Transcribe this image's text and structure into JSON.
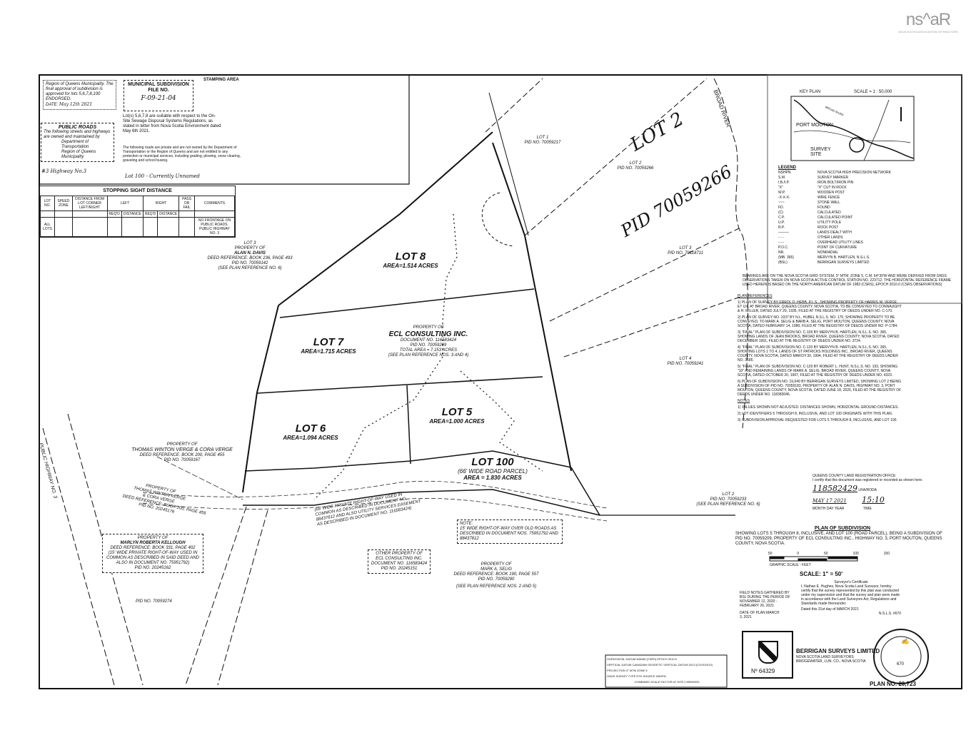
{
  "logo": {
    "brand": "ns^aR",
    "subtitle": "NOVA SCOTIA ASSOCIATION OF REALTORS"
  },
  "stamping": {
    "title": "STAMPING AREA",
    "region_approval": "Region of Queens Municipality. The final approval of subdivision is approved for lots 5,6,7,8,100",
    "endorsed_label": "ENDORSED:",
    "date_label": "DATE:",
    "date_value": "May 12th 2021",
    "municipal_title": "MUNICIPAL SUBDIVISION FILE NO.",
    "file_no": "F-09-21-04",
    "onsite_text": "Lot(s) 5,6,7,8 are suitable with respect to the On-Site Sewage Disposal Systems Regulations, as stated in letter from Nova Scotia Environment dated May 6th 2021.",
    "public_roads_title": "PUBLIC ROADS",
    "public_roads_text": "The following streets and highways are owned and maintained by",
    "dept_transportation": "Department of Transportation",
    "region_queens": "Region of Queens Municipality",
    "highway_note": "#3 Highway No.3",
    "private_roads_text": "The following roads are private and are not owned by the Department of Transportation or the Region of Queens and are not entitled to any protection or municipal services, including grading, plowing, snow clearing, graveling and school busing.",
    "lot100_note": "Lot 100 - Currently Unnamed"
  },
  "sight_table": {
    "title": "STOPPING SIGHT DISTANCE",
    "headers": [
      "LOT NO.",
      "SPEED ZONE",
      "DISTANCE FROM LOT CORNER LEFT/RIGHT",
      "LEFT",
      "RIGHT",
      "PASS OR FAIL",
      "COMMENTS"
    ],
    "subheaders": [
      "REQ'D",
      "DISTANCE",
      "REQ'D",
      "DISTANCE"
    ],
    "row": [
      "ALL LOTS",
      "",
      "",
      "",
      "",
      "",
      "",
      "",
      "NO FRONTAGE ON PUBLIC ROADS. PUBLIC HIGHWAY NO. 3"
    ]
  },
  "lots": [
    {
      "name": "LOT 8",
      "area": "AREA=1.514 ACRES"
    },
    {
      "name": "LOT 7",
      "area": "AREA=1.715 ACRES"
    },
    {
      "name": "LOT 6",
      "area": "AREA=1.094 ACRES"
    },
    {
      "name": "LOT 5",
      "area": "AREA=1.000 ACRES"
    },
    {
      "name": "LOT 100",
      "sub": "(66' WIDE ROAD PARCEL)",
      "area": "AREA = 1.830 ACRES"
    }
  ],
  "owner": {
    "prop": "PROPERTY OF",
    "name": "ECL CONSULTING INC.",
    "doc": "DOCUMENT NO. 116583424",
    "pid": "PID NO. 70059209",
    "total": "TOTAL AREA = 7.153 ACRES",
    "ref": "(SEE PLAN REFERENCE NOS. 3 AND 4)"
  },
  "neighbors": {
    "lot3_davis": [
      "LOT 3",
      "PROPERTY OF",
      "ALAN N. DAVIS",
      "DEED REFERENCE: BOOK 236, PAGE 493",
      "PID NO. 70059142",
      "(SEE PLAN REFERENCE NO. 6)"
    ],
    "verge1": [
      "PROPERTY OF",
      "THOMAS WINTON VERGE & CORA VERGE",
      "DEED REFERENCE: BOOK 200, PAGE 455",
      "PID NO. 70059167"
    ],
    "verge2": [
      "PROPERTY OF",
      "THOMAS WINTON VERGE",
      "& CORA VERGE",
      "DEED REFERENCE: BOOK 200, PAGE 455",
      "PID NO. 20245176"
    ],
    "kellough": [
      "PROPERTY OF",
      "MARLYN ROBERTA KELLOUGH",
      "DEED REFERENCE: BOOK 331, PAGE 402",
      "(15' WIDE PRIVATE RIGHT-OF-WAY USED IN",
      "COMMON AS DESCRIBED IN SAID DEED AND",
      "ALSO IN DOCUMENT NO. 75951792)",
      "PID NO. 20245162"
    ],
    "ecl_other": [
      "OTHER PROPERTY OF",
      "ECL CONSULTING INC.",
      "DOCUMENT NO. 116583424",
      "PID NO. 20245151"
    ],
    "selig": [
      "PROPERTY OF",
      "MARK A. SELIG",
      "DEED REFERENCE: BOOK 190, PAGE 557",
      "PID NO. 70059290",
      "(SEE PLAN REFERENCE NOS. 2 AND 5)"
    ],
    "pid_70059274": "PID NO. 70059274",
    "lot1": [
      "LOT 1",
      "PID NO. 70059217"
    ],
    "lot2": [
      "LOT 2",
      "PID NO. 70059266"
    ],
    "lot3": [
      "LOT 3",
      "PID NO. 70118711"
    ],
    "lot4": [
      "LOT 4",
      "PID NO. 70059241"
    ],
    "lot2b": [
      "LOT 2",
      "PID NO. 70059233",
      "(SEE PLAN REFERENCE NO. 6)"
    ],
    "row_note": [
      "(66' WIDE PRIVATE RIGHT-OF-WAY USED IN",
      "COMMON AS DESCRIBED IN DOCUMENT NO.",
      "88437812 AND ALSO UTILITY SERVICES EASEMENT",
      "AS DESCRIBED IN DOCUMENT NO. 116583424)"
    ],
    "note_15": [
      "NOTE:",
      "15' WIDE RIGHT-OF-WAY OVER OLD ROADS AS DESCRIBED IN DOCUMENT NOS. 75951792 AND 88437812"
    ],
    "public_highway": "PUBLIC HIGHWAY NO. 3",
    "broad_river": "BROAD RIVER",
    "hand_lot2": "LOT 2",
    "hand_pid": "PID 70059266"
  },
  "key_plan": {
    "title": "KEY PLAN",
    "scale": "SCALE = 1 : 50,000",
    "port_mouton": "PORT MOUTON",
    "broad_river": "BROAD RIVER",
    "survey_site": "SURVEY SITE"
  },
  "legend": {
    "title": "LEGEND",
    "items": [
      [
        "NSHPN",
        "NOVA SCOTIA HIGH PRECISION NETWORK"
      ],
      [
        "S.M.",
        "SURVEY MARKER"
      ],
      [
        "I.B./I.P.",
        "IRON BOLT/IRON PIN"
      ],
      [
        "\"X\"",
        "\"X\" CUT IN ROCK"
      ],
      [
        "W.P.",
        "WOODEN POST"
      ],
      [
        "-x-x-x-",
        "WIRE FENCE"
      ],
      [
        "~~~",
        "STONE WALL"
      ],
      [
        "FD.",
        "FOUND"
      ],
      [
        "(C)",
        "CALCULATED"
      ],
      [
        "C.P.",
        "CALCULATED POINT"
      ],
      [
        "U.P.",
        "UTILITY POLE"
      ],
      [
        "R.P.",
        "ROCK POST"
      ],
      [
        "———",
        "LANDS DEALT WITH"
      ],
      [
        "- - -",
        "OTHER LANDS"
      ],
      [
        "-·-·-",
        "OVERHEAD UTILITY LINES"
      ],
      [
        "P.O.C.",
        "POINT OF CURVATURE"
      ],
      [
        "NR.",
        "NONRADIAL"
      ],
      [
        "(MB. 365)",
        "MERVYN B. HARTLEN, N.S.L.S."
      ],
      [
        "(BSL)",
        "BERRIGAN SURVEYS LIMITED"
      ]
    ]
  },
  "bearings_note": "BEARINGS ARE ON THE NOVA SCOTIA GRID SYSTEM, 3° MTM, ZONE 5, C.M. 64°30'W AND WERE DERIVED FROM GNSS OBSERVATIONS TAKEN ON NOVA SCOTIA ACTIVE CONTROL STATION NO. 223712. THE HORIZONTAL REFERENCE FRAME USED HEREIN IS BASED ON THE NORTH AMERICAN DATUM OF 1983 (CSRS), EPOCH 2010.0 (CSRS OBSERVATIONS)",
  "plan_references": {
    "title": "PLAN REFERENCES",
    "items": [
      "1) PLAN OF SURVEY BY ERROL D. HEBB, P.L.S., SHOWING PROPERTY OF HARRIS W. VERGE, ET UX. AT BROAD RIVER, QUEENS COUNTY, NOVA SCOTIA, TO BE CONVEYED TO CONNAUGHT & H. MILLER, DATED JULY 29, 1935, FILED AT THE REGISTRY OF DEEDS UNDER NO. C-170.",
      "2) PLAN OF SURVEY NO. 1037 BY N.L. HUBEL N.S.L.S. NO. 175, SHOWING PROPERTY TO BE CONVEYED, TO MARK A. SELIG & BARB A. SELIG, PORT MOUTON, QUEENS COUNTY, NOVA SCOTIA, DATED FEBRUARY 14, 1980, FILED AT THE REGISTRY OF DEEDS UNDER NO. P-1784.",
      "3) \"FINAL\" PLAN OF SUBDIVISION NO. C-109 BY MERVYN B. HARTLEN, N.S.L.S. NO. 365, SHOWING LANDS OF JEAN BROOKS, BROAD RIVER, QUEENS COUNTY, NOVA SCOTIA, DATED DECEMBER 1991, FILED AT THE REGISTRY OF DEEDS UNDER NO. 3724.",
      "4) \"FINAL\" PLAN OF SUBDIVISION NO. C-120 BY MERVYN B. HARTLEN, N.S.L.S. NO. 365, SHOWING LOTS 1 TO 4, LANDS OF ST PATRICKS HOLDINGS INC., BROAD RIVER, QUEENS COUNTY, NOVA SCOTIA, DATED MARCH 30, 1994, FILED AT THE REGISTRY OF DEEDS UNDER NO. 3685.",
      "5) \"FINAL\" PLAN OF SUBDIVISION NO. C-129 BY ROBERT L. HUNT, N.S.L.S. NO. 193, SHOWING \"10\" AND REMAINING LANDS OF MARK A. SELIG, BROAD RIVER, QUEENS COUNTY, NOVA SCOTIA, DATED OCTOBER 20, 1997, FILED AT THE REGISTRY OF DEEDS UNDER NO. 4323.",
      "6) PLAN OF SUBDIVISION NO. 19,649 BY BERRIGAN SURVEYS LIMITED, SHOWING LOT 2 BEING A SUBDIVISION OF PID NO. 70059183, PROPERTY OF ALAN N. DAVIS, HIGHWAY NO. 3, PORT MOUTON, QUEENS COUNTY, NOVA SCOTIA, DATED JUNE 18, 2020, FILED AT THE REGISTRY OF DEEDS UNDER NO. 118383046."
    ]
  },
  "notes": {
    "title": "NOTES",
    "items": [
      "1) VALUES SHOWN NOT ADJUSTED. DISTANCES SHOWN, HORIZONTAL GROUND DISTANCES.",
      "2) LOT IDENTIFIERS 5 THROUGH 8, INCLUSIVE, AND LOT 100 ORIGINATE WITH THIS PLAN.",
      "3) SUBDIVISION APPROVAL REQUESTED FOR LOTS 5 THROUGH 8, INCLUSIVE, AND LOT 100."
    ]
  },
  "registry": {
    "office": "QUEENS COUNTY LAND REGISTRATION OFFICE",
    "certify": "I certify that this document was registered or recorded as shown here.",
    "doc_no": "118582429",
    "doc_label": "LRA/RODA",
    "date": "MAY 17 2021",
    "time": "15:10",
    "date_label": "Month Day Year",
    "time_label": "Time"
  },
  "plan_of_subdivision": {
    "title": "PLAN OF SUBDIVISION",
    "description": "SHOWING LOTS 5 THROUGH 8, INCLUSIVE, AND LOT 100 (ROAD PARCEL), BEING A SUBDIVISION OF PID NO. 70059209, PROPERTY OF ECL CONSULTING INC., HIGHWAY NO. 3, PORT MOUTON, QUEENS COUNTY, NOVA SCOTIA.",
    "scale_ticks": [
      "50",
      "0",
      "50",
      "100",
      "150"
    ],
    "graphic_scale": "GRAPHIC SCALE - FEET",
    "scale": "SCALE: 1\" = 50'"
  },
  "certificate": {
    "title": "Surveyor's Certificate",
    "text": "I, Nathan E. Hughes, Nova Scotia Land Surveyor, hereby certify that the survey represented by this plan was conducted under my supervision and that the survey and plan were made in accordance with the Land Surveyors Act, Regulations and Standards made thereunder.",
    "dated": "Dated this 31st day of MARCH 2021",
    "nsls": "N.S.L.S. #670",
    "field_notes": "FIELD NOTES GATHERED BY BSL DURING THE PERIOD OF NOVEMBER 12, 2020 - FEBRUARY 26, 2021",
    "date_of_plan": "DATE OF PLAN MARCH 3, 2021"
  },
  "datum_table": {
    "rows": [
      [
        "HORIZONTAL DATUM",
        "NAD83 (CSRS)",
        "EPOCH",
        "2010.0"
      ],
      [
        "VERTICAL DATUM",
        "CANADIAN GEODETIC VERTICAL DATUM 2013 (CGVD2013)"
      ],
      [
        "PROJECTION",
        "3° MTM",
        "ZONE",
        "5"
      ],
      [
        "GNSS SURVEY TYPE",
        "RTK",
        "SOURCE",
        "NSHPN"
      ],
      [
        "COMBINED SCALE FACTOR AT SITE 0.99990029"
      ]
    ]
  },
  "firm": {
    "name": "BERRIGAN SURVEYS LIMITED",
    "line2": "NOVA SCOTIA LAND SURVEYORS",
    "line3": "BRIDGEWATER, LUN. CO., NOVA SCOTIA",
    "stamp_no": "Nº 64329",
    "seal_no": "670",
    "plan_no": "PLAN NO. 20,723"
  }
}
